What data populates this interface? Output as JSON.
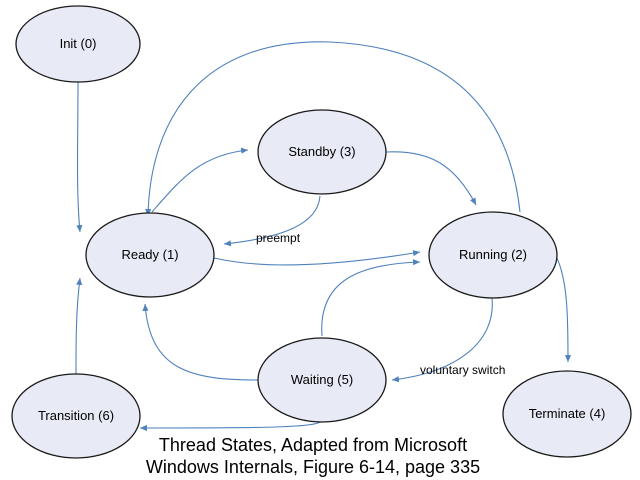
{
  "states": {
    "init": "Init (0)",
    "ready": "Ready (1)",
    "running": "Running (2)",
    "standby": "Standby (3)",
    "terminate": "Terminate (4)",
    "waiting": "Waiting (5)",
    "transition": "Transition (6)"
  },
  "edge_labels": {
    "preempt": "preempt",
    "voluntary_switch": "voluntary switch"
  },
  "caption": {
    "line1": "Thread States, Adapted from Microsoft",
    "line2": "Windows Internals, Figure 6-14, page 335"
  },
  "colors": {
    "node_fill": "#e8ebf6",
    "node_stroke": "#1a1a1a",
    "edge": "#4f81bd"
  }
}
